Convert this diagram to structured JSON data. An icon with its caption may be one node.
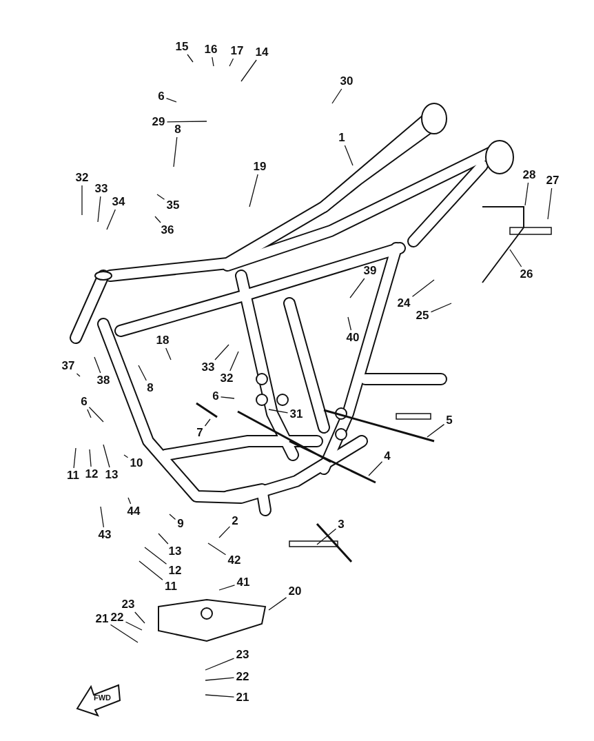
{
  "diagram": {
    "nodes": [
      {
        "text": [
          "15"
        ]
      },
      {
        "text": [
          "16"
        ]
      },
      {
        "text": [
          "17"
        ]
      },
      {
        "text": [
          "14"
        ]
      },
      {
        "text": [
          "30"
        ]
      },
      {
        "text": [
          "6"
        ]
      },
      {
        "text": [
          "29"
        ]
      },
      {
        "text": [
          "8"
        ]
      },
      {
        "text": [
          "1"
        ]
      },
      {
        "text": [
          "19"
        ]
      },
      {
        "text": [
          "32"
        ]
      },
      {
        "text": [
          "33"
        ]
      },
      {
        "text": [
          "35"
        ]
      },
      {
        "text": [
          "28"
        ]
      },
      {
        "text": [
          "27"
        ]
      },
      {
        "text": [
          "34"
        ]
      },
      {
        "text": [
          "36"
        ]
      },
      {
        "text": [
          "39"
        ]
      },
      {
        "text": [
          "26"
        ]
      },
      {
        "text": [
          "24"
        ]
      },
      {
        "text": [
          "25"
        ]
      },
      {
        "text": [
          "40"
        ]
      },
      {
        "text": [
          "18"
        ]
      },
      {
        "text": [
          "33"
        ]
      },
      {
        "text": [
          "37"
        ]
      },
      {
        "text": [
          "38"
        ]
      },
      {
        "text": [
          "32"
        ]
      },
      {
        "text": [
          "8"
        ]
      },
      {
        "text": [
          "6"
        ]
      },
      {
        "text": [
          "6"
        ]
      },
      {
        "text": [
          "31"
        ]
      },
      {
        "text": [
          "5"
        ]
      },
      {
        "text": [
          "7"
        ]
      },
      {
        "text": [
          "4"
        ]
      },
      {
        "text": [
          "10"
        ]
      },
      {
        "text": [
          "11"
        ]
      },
      {
        "text": [
          "12"
        ]
      },
      {
        "text": [
          "13"
        ]
      },
      {
        "text": [
          "44"
        ]
      },
      {
        "text": [
          "2"
        ]
      },
      {
        "text": [
          "43"
        ]
      },
      {
        "text": [
          "9"
        ]
      },
      {
        "text": [
          "3"
        ]
      },
      {
        "text": [
          "13"
        ]
      },
      {
        "text": [
          "42"
        ]
      },
      {
        "text": [
          "12"
        ]
      },
      {
        "text": [
          "11"
        ]
      },
      {
        "text": [
          "41"
        ]
      },
      {
        "text": [
          "20"
        ]
      },
      {
        "text": [
          "23"
        ]
      },
      {
        "text": [
          "22"
        ]
      },
      {
        "text": [
          "21"
        ]
      },
      {
        "text": [
          "23"
        ]
      },
      {
        "text": [
          "22"
        ]
      },
      {
        "text": [
          "21"
        ]
      }
    ],
    "edges": [
      {
        "from": 0,
        "to": null,
        "arrow": "none"
      },
      {
        "from": 1,
        "to": null,
        "arrow": "none"
      },
      {
        "from": 2,
        "to": null,
        "arrow": "none"
      },
      {
        "from": 3,
        "to": null,
        "arrow": "none"
      },
      {
        "from": 4,
        "to": null,
        "arrow": "none"
      },
      {
        "from": 5,
        "to": null,
        "arrow": "none"
      },
      {
        "from": 6,
        "to": null,
        "arrow": "none"
      },
      {
        "from": 7,
        "to": null,
        "arrow": "none"
      },
      {
        "from": 8,
        "to": null,
        "arrow": "none"
      },
      {
        "from": 9,
        "to": null,
        "arrow": "none"
      },
      {
        "from": 10,
        "to": null,
        "arrow": "none"
      },
      {
        "from": 11,
        "to": null,
        "arrow": "none"
      },
      {
        "from": 12,
        "to": null,
        "arrow": "none"
      },
      {
        "from": 13,
        "to": null,
        "arrow": "none"
      },
      {
        "from": 14,
        "to": null,
        "arrow": "none"
      },
      {
        "from": 15,
        "to": null,
        "arrow": "none"
      },
      {
        "from": 16,
        "to": null,
        "arrow": "none"
      },
      {
        "from": 17,
        "to": null,
        "arrow": "none"
      },
      {
        "from": 18,
        "to": null,
        "arrow": "none"
      },
      {
        "from": 19,
        "to": null,
        "arrow": "none"
      },
      {
        "from": 20,
        "to": null,
        "arrow": "none"
      },
      {
        "from": 21,
        "to": null,
        "arrow": "none"
      },
      {
        "from": 22,
        "to": null,
        "arrow": "none"
      },
      {
        "from": 23,
        "to": null,
        "arrow": "none"
      },
      {
        "from": 24,
        "to": null,
        "arrow": "none"
      },
      {
        "from": 25,
        "to": null,
        "arrow": "none"
      },
      {
        "from": 26,
        "to": null,
        "arrow": "none"
      },
      {
        "from": 27,
        "to": null,
        "arrow": "none"
      },
      {
        "from": 28,
        "to": null,
        "arrow": "none"
      },
      {
        "from": 29,
        "to": null,
        "arrow": "none"
      },
      {
        "from": 29,
        "to": null,
        "arrow": "none"
      },
      {
        "from": 30,
        "to": null,
        "arrow": "none"
      },
      {
        "from": 31,
        "to": null,
        "arrow": "none"
      },
      {
        "from": 32,
        "to": null,
        "arrow": "none"
      },
      {
        "from": 33,
        "to": null,
        "arrow": "none"
      },
      {
        "from": 34,
        "to": null,
        "arrow": "none"
      },
      {
        "from": 35,
        "to": null,
        "arrow": "none"
      },
      {
        "from": 36,
        "to": null,
        "arrow": "none"
      },
      {
        "from": 37,
        "to": null,
        "arrow": "none"
      },
      {
        "from": 38,
        "to": null,
        "arrow": "none"
      },
      {
        "from": 39,
        "to": null,
        "arrow": "none"
      },
      {
        "from": 40,
        "to": null,
        "arrow": "none"
      },
      {
        "from": 41,
        "to": null,
        "arrow": "none"
      },
      {
        "from": 42,
        "to": null,
        "arrow": "none"
      },
      {
        "from": 43,
        "to": null,
        "arrow": "none"
      },
      {
        "from": 44,
        "to": null,
        "arrow": "none"
      },
      {
        "from": 45,
        "to": null,
        "arrow": "none"
      },
      {
        "from": 46,
        "to": null,
        "arrow": "none"
      },
      {
        "from": 47,
        "to": null,
        "arrow": "none"
      },
      {
        "from": 48,
        "to": null,
        "arrow": "none"
      },
      {
        "from": 49,
        "to": null,
        "arrow": "none"
      },
      {
        "from": 50,
        "to": null,
        "arrow": "none"
      },
      {
        "from": 51,
        "to": null,
        "arrow": "none"
      },
      {
        "from": 52,
        "to": null,
        "arrow": "none"
      },
      {
        "from": 53,
        "to": null,
        "arrow": "none"
      },
      {
        "from": 54,
        "to": null,
        "arrow": "none"
      }
    ],
    "labels": [
      "FWD"
    ]
  }
}
